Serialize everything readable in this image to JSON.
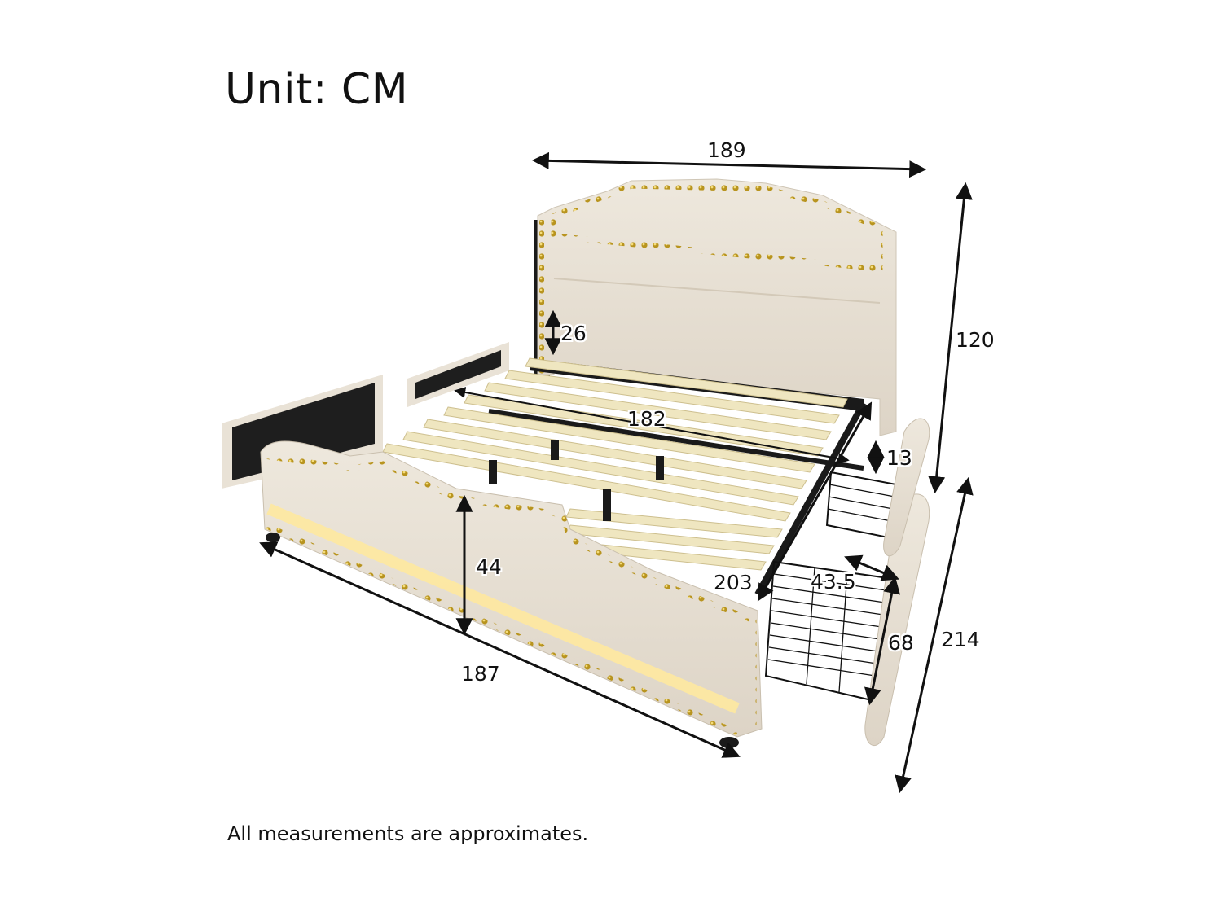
{
  "header": {
    "title": "Unit: CM"
  },
  "footnote": "All measurements are approximates.",
  "product": "Upholstered bed with nailhead trim headboard/footboard, slats and pull-out storage drawers",
  "dimensions": {
    "headboard_width": "189",
    "headboard_height": "120",
    "headboard_bottom_clearance": "26",
    "slat_length": "182",
    "underbed_clearance": "13",
    "footboard_height": "44",
    "bed_width": "187",
    "bed_length": "203",
    "drawer_depth": "43.5",
    "drawer_width": "68",
    "total_length": "214"
  },
  "colors": {
    "upholstery": "#e9e2d6",
    "nailhead": "#b8941f",
    "slat": "#efe6c0",
    "frame": "#1a1a1a",
    "led_strip": "#ffe9a0"
  }
}
